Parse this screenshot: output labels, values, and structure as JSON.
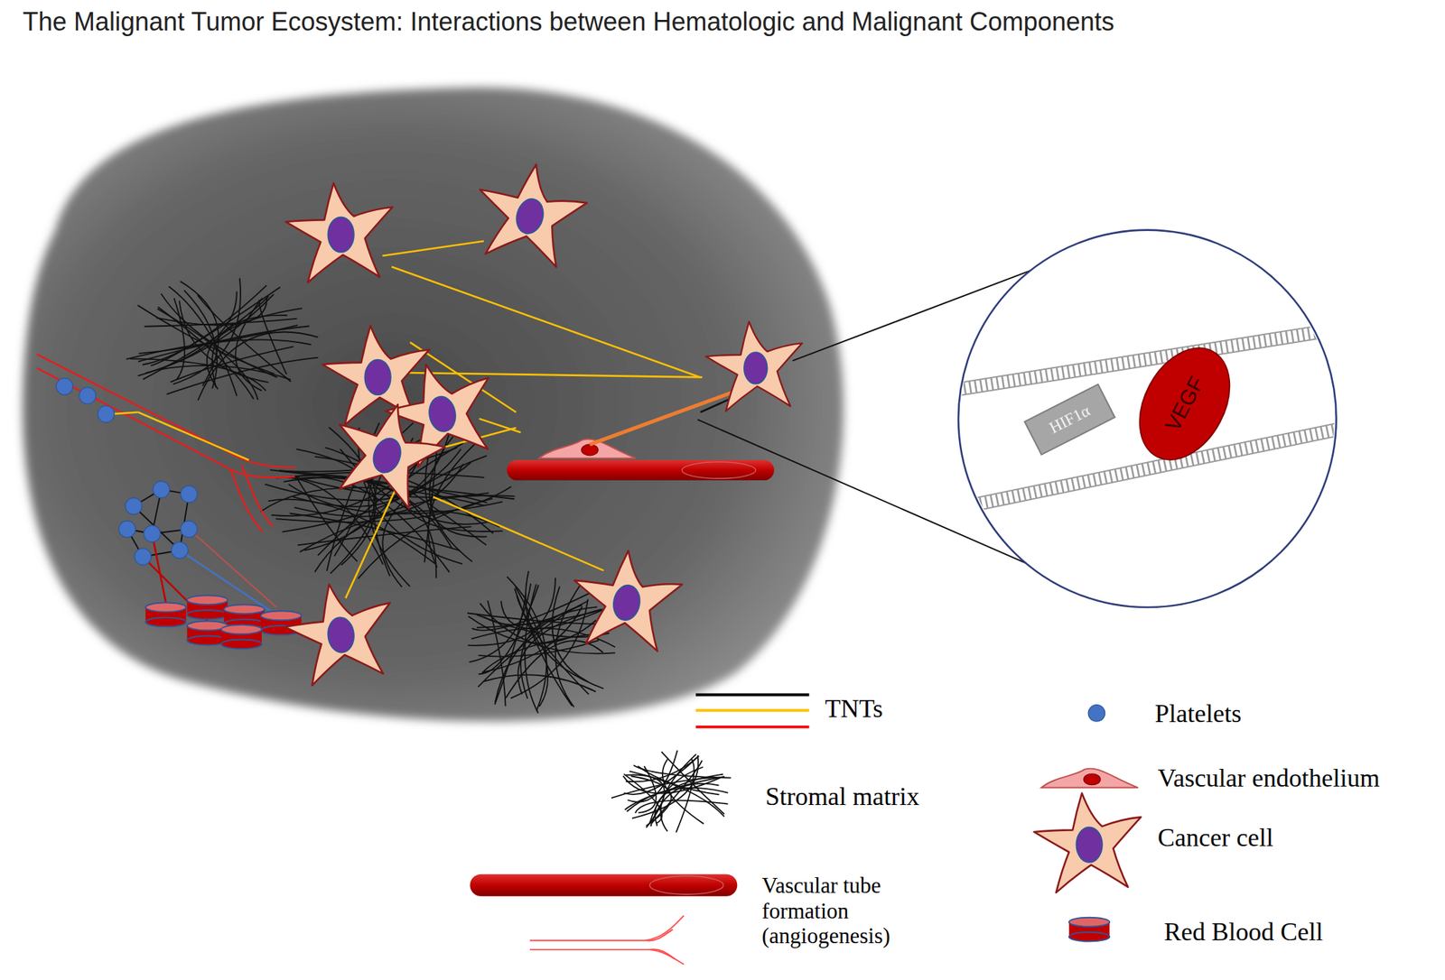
{
  "diagram": {
    "title": "The Malignant Tumor Ecosystem: Interactions between Hematologic and Malignant Components",
    "nodes": [
      {
        "text": [
          "HIF1α"
        ]
      },
      {
        "text": [
          "VEGF"
        ]
      }
    ],
    "legend": [
      {
        "text": "TNTs"
      },
      {
        "text": "Platelets"
      },
      {
        "text": "Vascular endothelium"
      },
      {
        "text": "Stromal matrix"
      },
      {
        "text": "Cancer cell"
      },
      {
        "text": "Vascular tube formation (angiogenesis)"
      },
      {
        "text": "Red Blood Cell"
      }
    ]
  }
}
